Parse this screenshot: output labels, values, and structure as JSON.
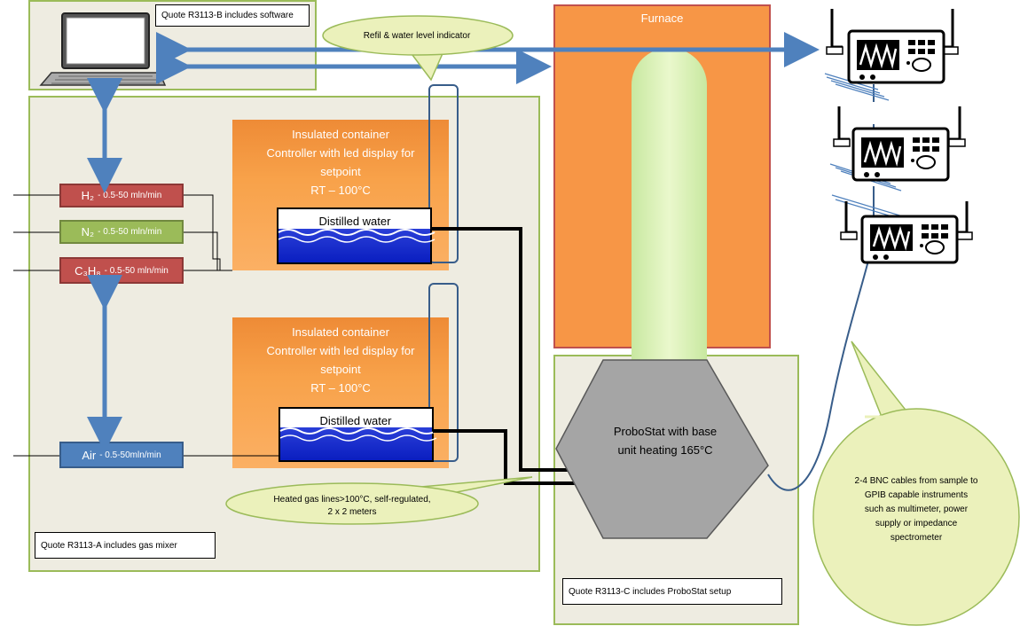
{
  "quotes": {
    "software": "Quote R3113-B includes software",
    "gas_mixer": "Quote R3113-A includes gas mixer",
    "probostat": "Quote R3113-C includes ProboStat setup"
  },
  "furnace": {
    "label": "Furnace"
  },
  "callouts": {
    "refill": "Refil & water level indicator",
    "heated_lines": [
      "Heated gas lines>100°C, self-regulated,",
      "2 x 2 meters"
    ],
    "bnc": [
      "2-4 BNC cables from sample to",
      "GPIB capable instruments",
      "such as multimeter, power",
      "supply or impedance",
      "spectrometer"
    ]
  },
  "containers": [
    {
      "lines": [
        "Insulated container",
        "Controller with led display for",
        "setpoint",
        "RT – 100°C"
      ],
      "water_label": "Distilled water"
    },
    {
      "lines": [
        "Insulated container",
        "Controller with led display for",
        "setpoint",
        "RT – 100°C"
      ],
      "water_label": "Distilled water"
    }
  ],
  "gases": [
    {
      "name": "H₂",
      "range": "- 0.5-50 mln/min",
      "color": "#c0504d"
    },
    {
      "name": "N₂",
      "range": "- 0.5-50 mln/min",
      "color": "#9bbb59"
    },
    {
      "name": "C₃H₈",
      "range": "- 0.5-50 mln/min",
      "color": "#c0504d"
    },
    {
      "name": "Air",
      "range": "- 0.5-50mln/min",
      "color": "#4f81bd"
    }
  ],
  "probostat": {
    "lines": [
      "ProboStat with base",
      "unit heating 165°C"
    ]
  },
  "colors": {
    "panel_border": "#9bbb59",
    "panel_fill": "#eeece1",
    "arrow_blue": "#4f81bd",
    "furnace": "#f79646",
    "callout": "#ebf1bb"
  }
}
